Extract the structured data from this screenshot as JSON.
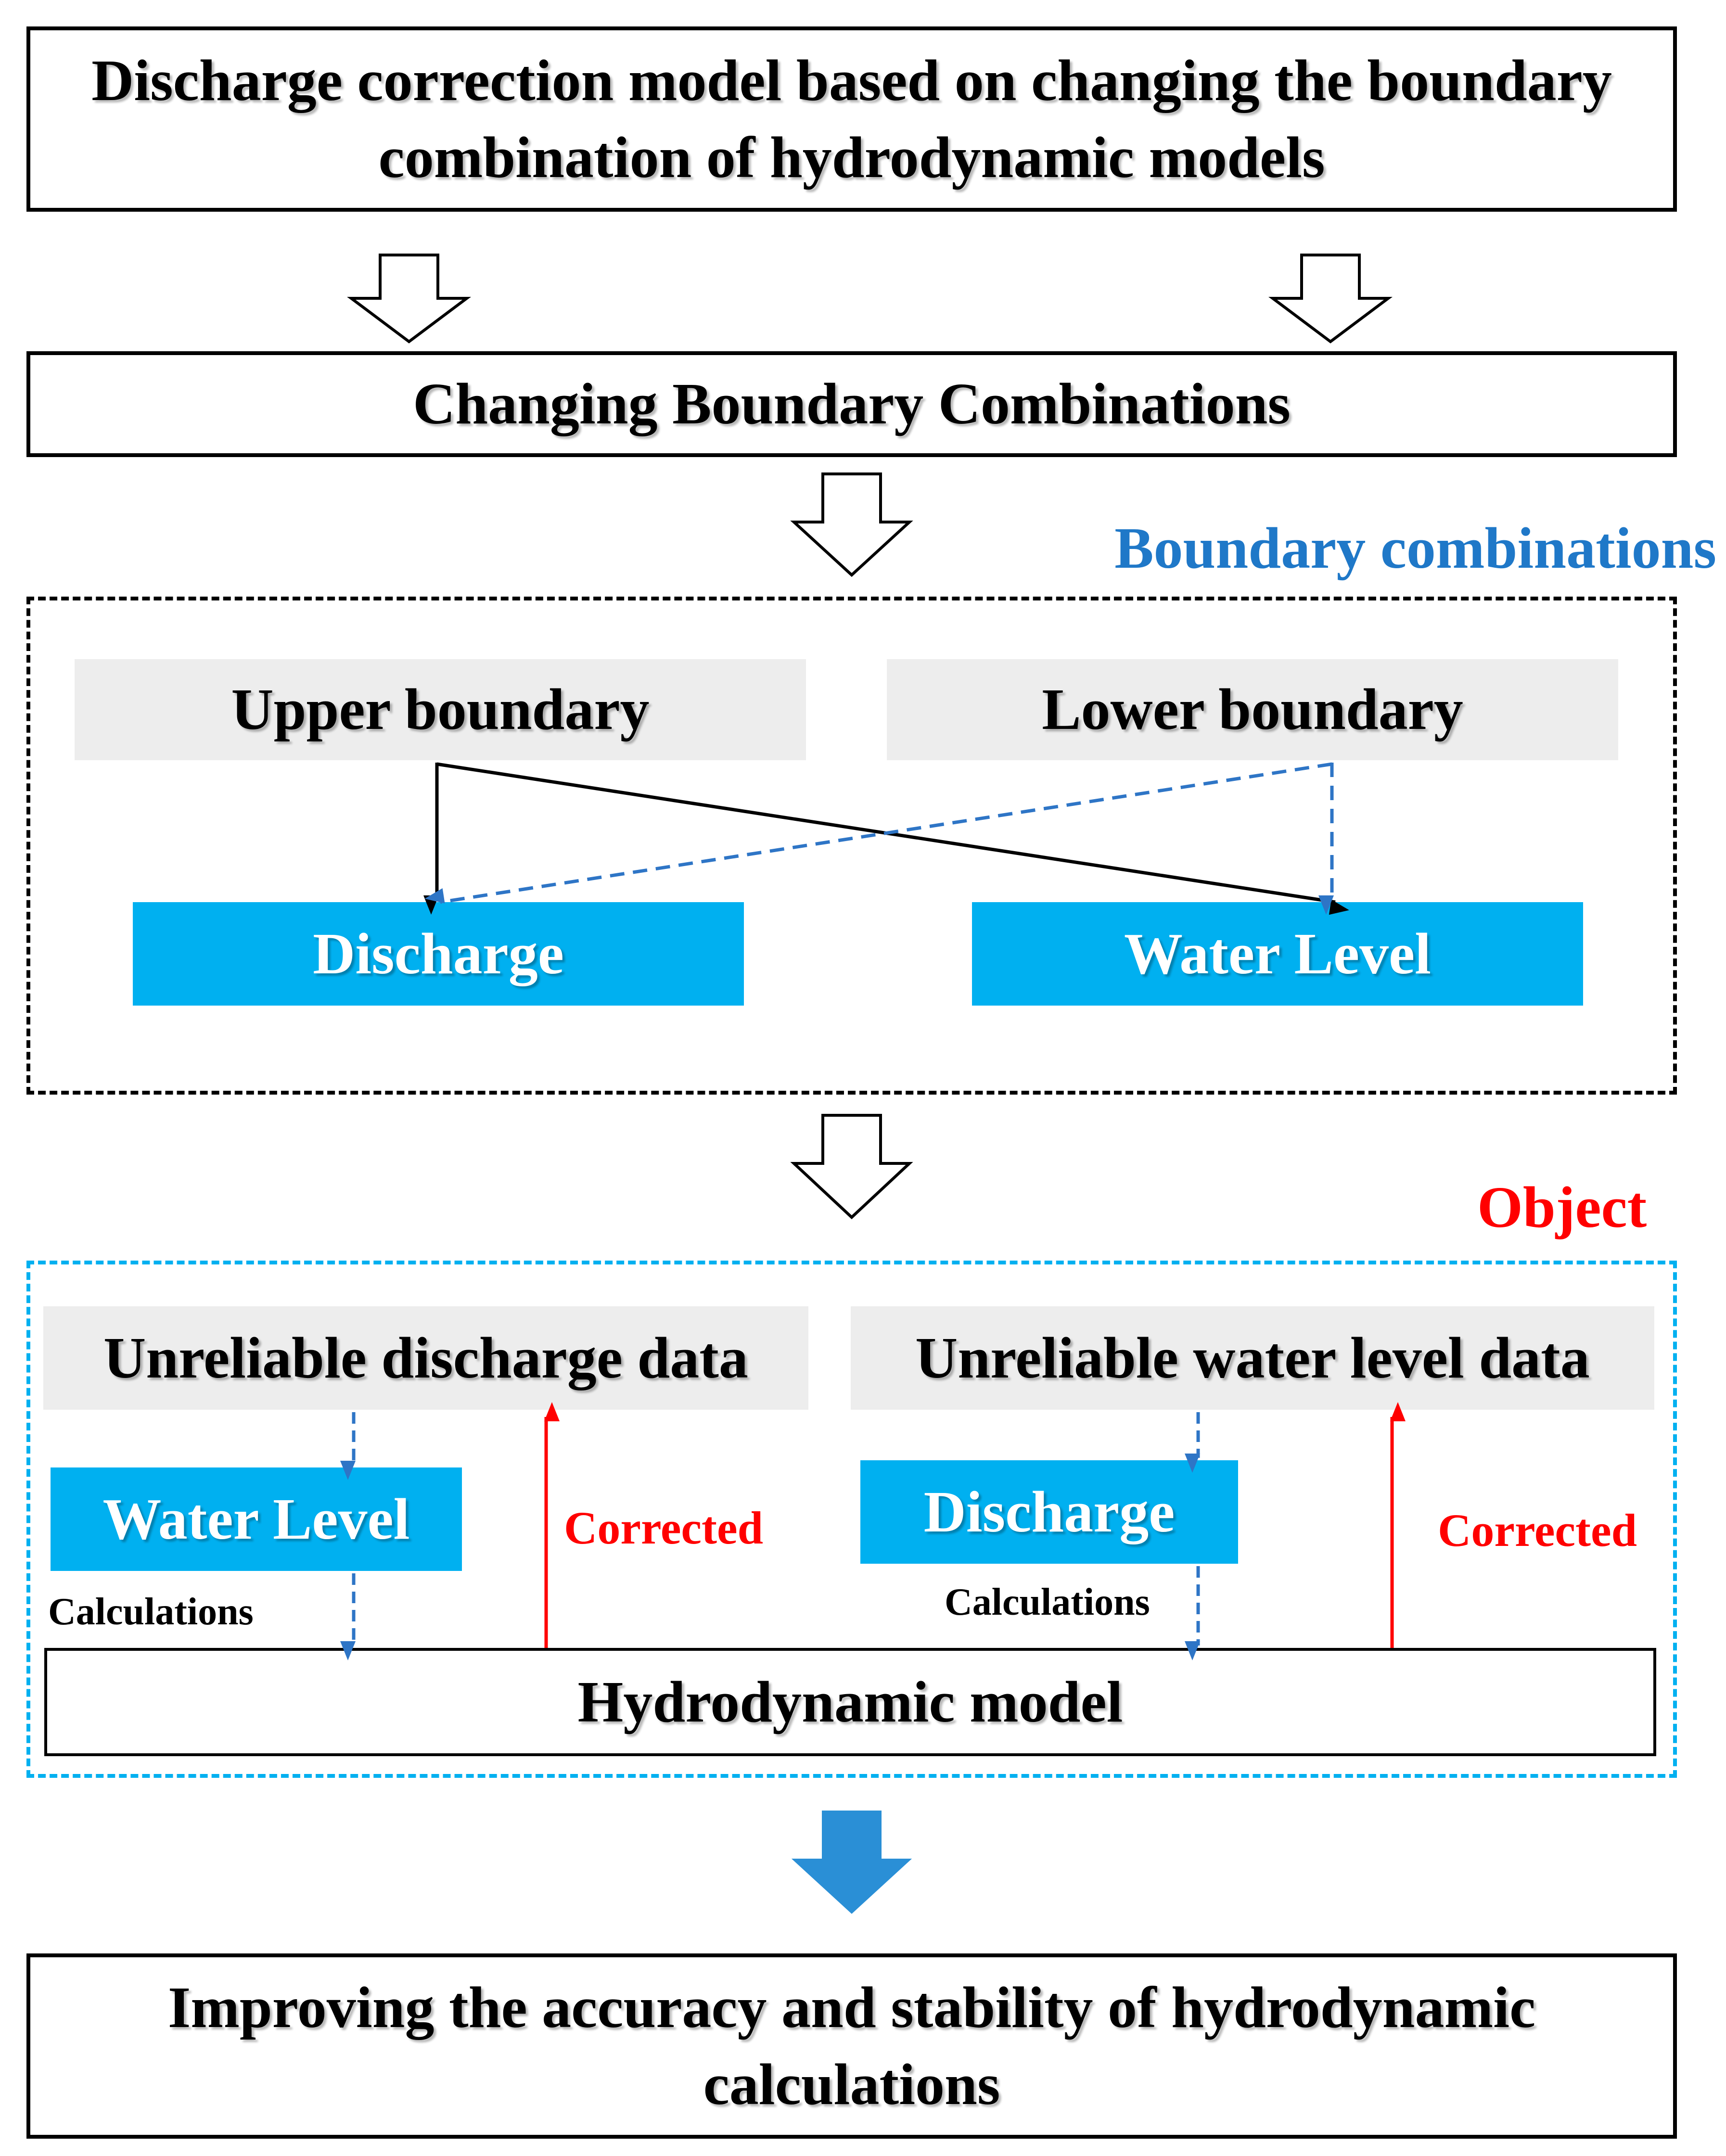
{
  "title": "Discharge correction model based on changing the boundary combination of hydrodynamic models",
  "step1": "Changing Boundary Combinations",
  "section_boundary": {
    "label": "Boundary combinations",
    "upper": "Upper boundary",
    "lower": "Lower boundary",
    "discharge": "Discharge",
    "water_level": "Water Level"
  },
  "section_object": {
    "label": "Object",
    "left_header": "Unreliable discharge data",
    "right_header": "Unreliable water level data",
    "left_box": "Water Level",
    "right_box": "Discharge",
    "calc_left": "Calculations",
    "calc_right": "Calculations",
    "corrected_left": "Corrected",
    "corrected_right": "Corrected",
    "model": "Hydrodynamic model"
  },
  "result": "Improving the accuracy and stability of hydrodynamic calculations",
  "colors": {
    "cyan": "#00b0f0",
    "blue_label": "#1f78c8",
    "red": "#ff0000",
    "dash_blue": "#2e75c6",
    "arrow_fill_blue": "#2a8fd6"
  }
}
